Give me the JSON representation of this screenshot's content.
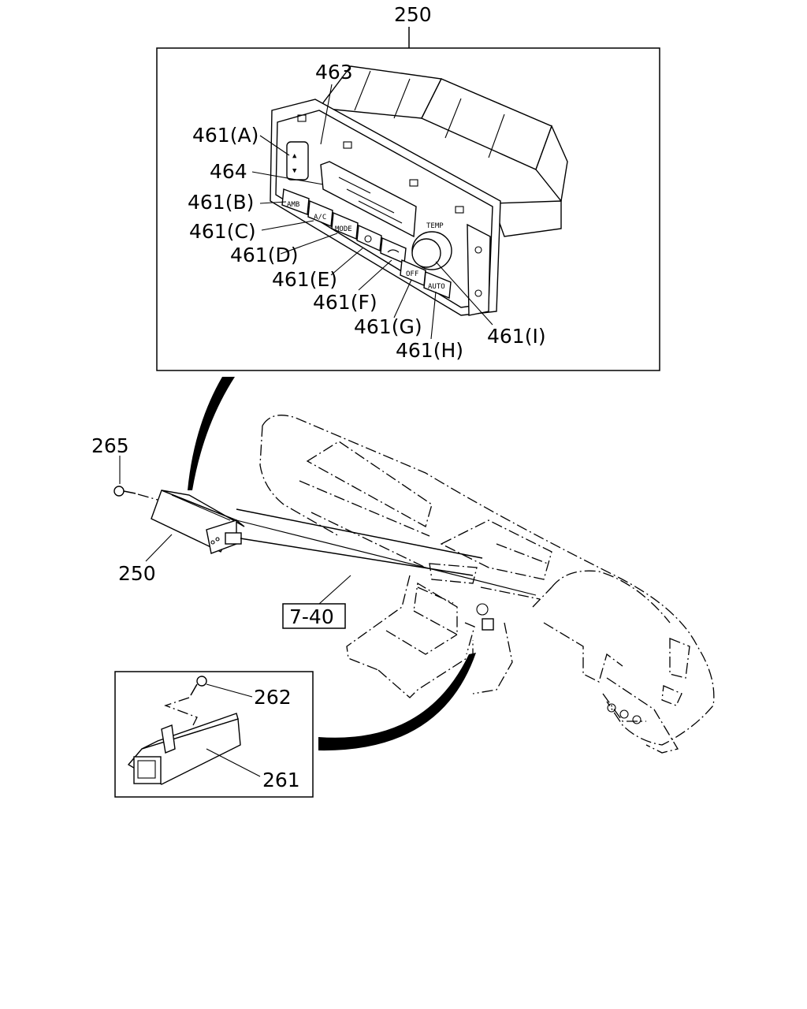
{
  "callouts": {
    "c250_top": "250",
    "c463": "463",
    "c461A": "461(A)",
    "c464": "464",
    "c461B": "461(B)",
    "c461C": "461(C)",
    "c461D": "461(D)",
    "c461E": "461(E)",
    "c461F": "461(F)",
    "c461G": "461(G)",
    "c461H": "461(H)",
    "c461I": "461(I)",
    "c265": "265",
    "c250_bottom": "250",
    "c262": "262",
    "c261": "261"
  },
  "reference_box": "7-40",
  "panel_buttons": {
    "amb": "AMB",
    "ac": "A/C",
    "mode": "MODE",
    "off": "OFF",
    "auto": "AUTO",
    "temp": "TEMP"
  }
}
